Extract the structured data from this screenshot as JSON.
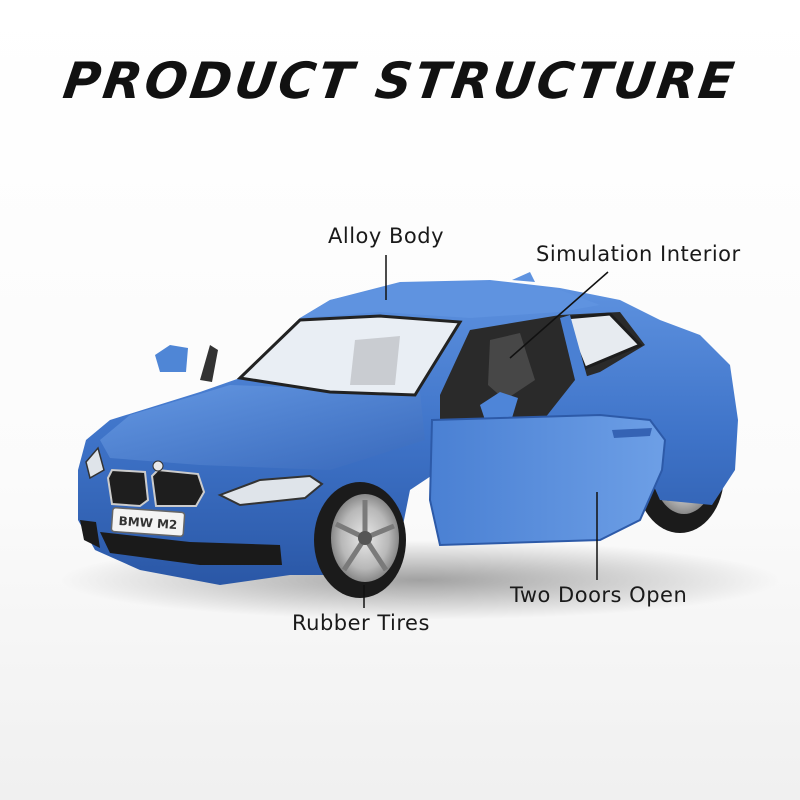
{
  "title": "PRODUCT STRUCTURE",
  "callouts": {
    "alloy_body": "Alloy Body",
    "simulation_interior": "Simulation Interior",
    "two_doors_open": "Two Doors Open",
    "rubber_tires": "Rubber Tires"
  },
  "car": {
    "plate_text": "BMW M2",
    "body_color": "#3f74c9"
  }
}
